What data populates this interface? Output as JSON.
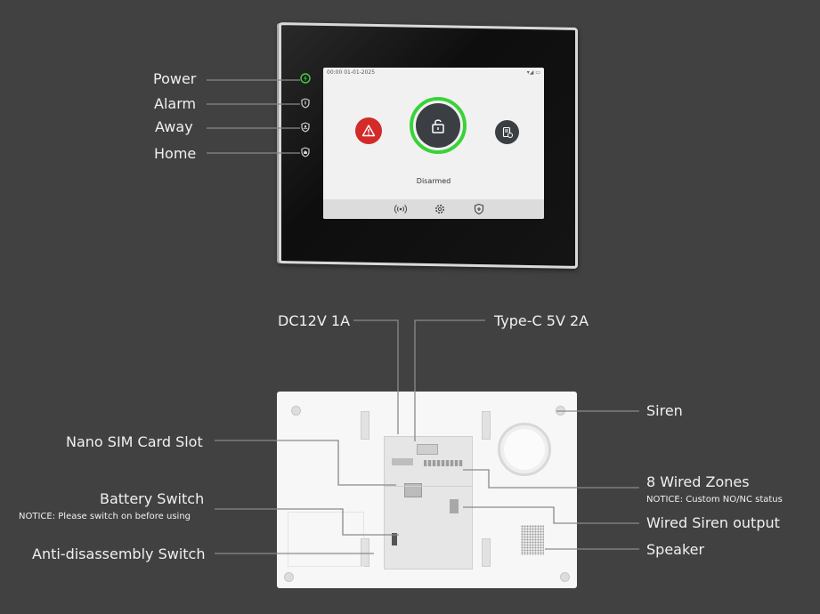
{
  "front": {
    "screen": {
      "datetime": "00:00 01-01-2025",
      "status_text": "Disarmed"
    },
    "callouts": {
      "power": "Power",
      "alarm": "Alarm",
      "away": "Away",
      "home": "Home"
    },
    "colors": {
      "ring": "#39d339",
      "warn": "#d32a2a",
      "button": "#3b3f43"
    }
  },
  "back": {
    "callouts": {
      "dc": "DC12V 1A",
      "typec": "Type-C 5V 2A",
      "sim": "Nano SIM Card Slot",
      "battery": "Battery Switch",
      "battery_notice": "NOTICE: Please switch on before using",
      "tamper": "Anti-disassembly Switch",
      "siren": "Siren",
      "zones": "8 Wired Zones",
      "zones_notice": "NOTICE: Custom NO/NC status",
      "wired_siren": "Wired Siren output",
      "speaker": "Speaker"
    }
  },
  "icons": [
    "power-icon",
    "alarm-shield-icon",
    "away-shield-icon",
    "home-shield-icon",
    "warning-icon",
    "unlock-icon",
    "log-icon",
    "wifi-signal-icon",
    "battery-icon",
    "broadcast-icon",
    "gear-icon",
    "shield-plus-icon"
  ]
}
